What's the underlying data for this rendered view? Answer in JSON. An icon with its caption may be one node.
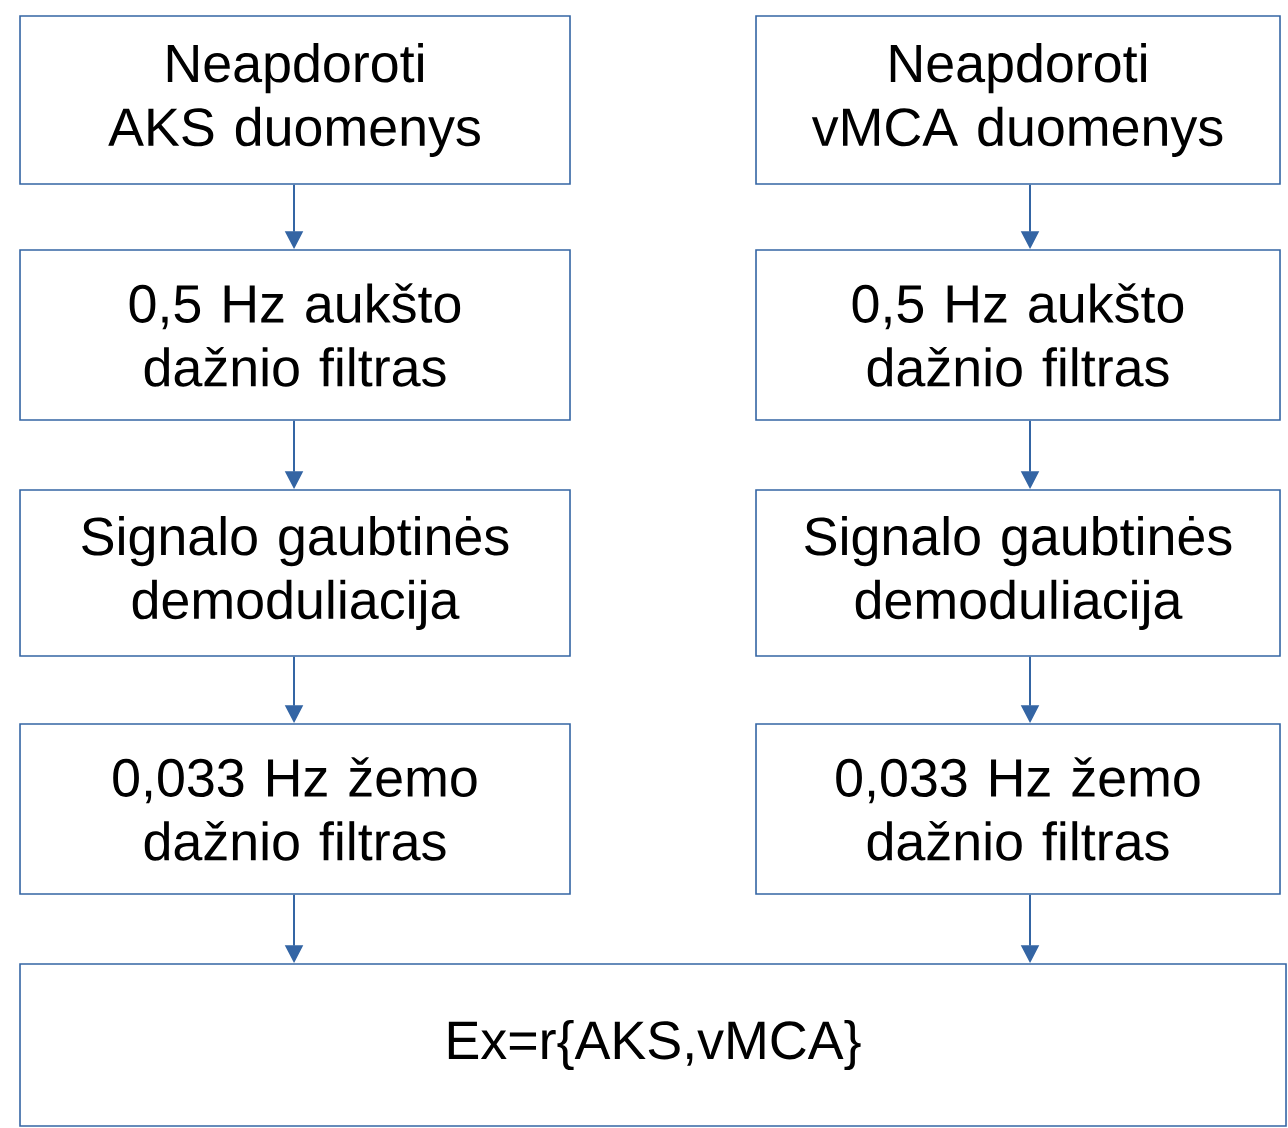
{
  "diagram": {
    "nodes": [
      {
        "text": [
          "Neapdoroti AKS duomenys"
        ]
      },
      {
        "text": [
          "Neapdoroti vMCA duomenys"
        ]
      },
      {
        "text": [
          "0,5 Hz aukšto dažnio filtras"
        ]
      },
      {
        "text": [
          "0,5 Hz aukšto dažnio filtras"
        ]
      },
      {
        "text": [
          "Signalo gaubtinės demoduliacija"
        ]
      },
      {
        "text": [
          "Signalo gaubtinės demoduliacija"
        ]
      },
      {
        "text": [
          "0,033 Hz žemo dažnio filtras"
        ]
      },
      {
        "text": [
          "0,033 Hz žemo dažnio filtras"
        ]
      },
      {
        "text": [
          "Ex=r{AKS,vMCA}"
        ]
      }
    ],
    "edges": [
      {
        "from": 0,
        "to": 2,
        "arrow": "to"
      },
      {
        "from": 2,
        "to": 4,
        "arrow": "to"
      },
      {
        "from": 4,
        "to": 6,
        "arrow": "to"
      },
      {
        "from": 6,
        "to": 8,
        "arrow": "to"
      },
      {
        "from": 1,
        "to": 3,
        "arrow": "to"
      },
      {
        "from": 3,
        "to": 5,
        "arrow": "to"
      },
      {
        "from": 5,
        "to": 7,
        "arrow": "to"
      },
      {
        "from": 7,
        "to": 8,
        "arrow": "to"
      }
    ]
  }
}
